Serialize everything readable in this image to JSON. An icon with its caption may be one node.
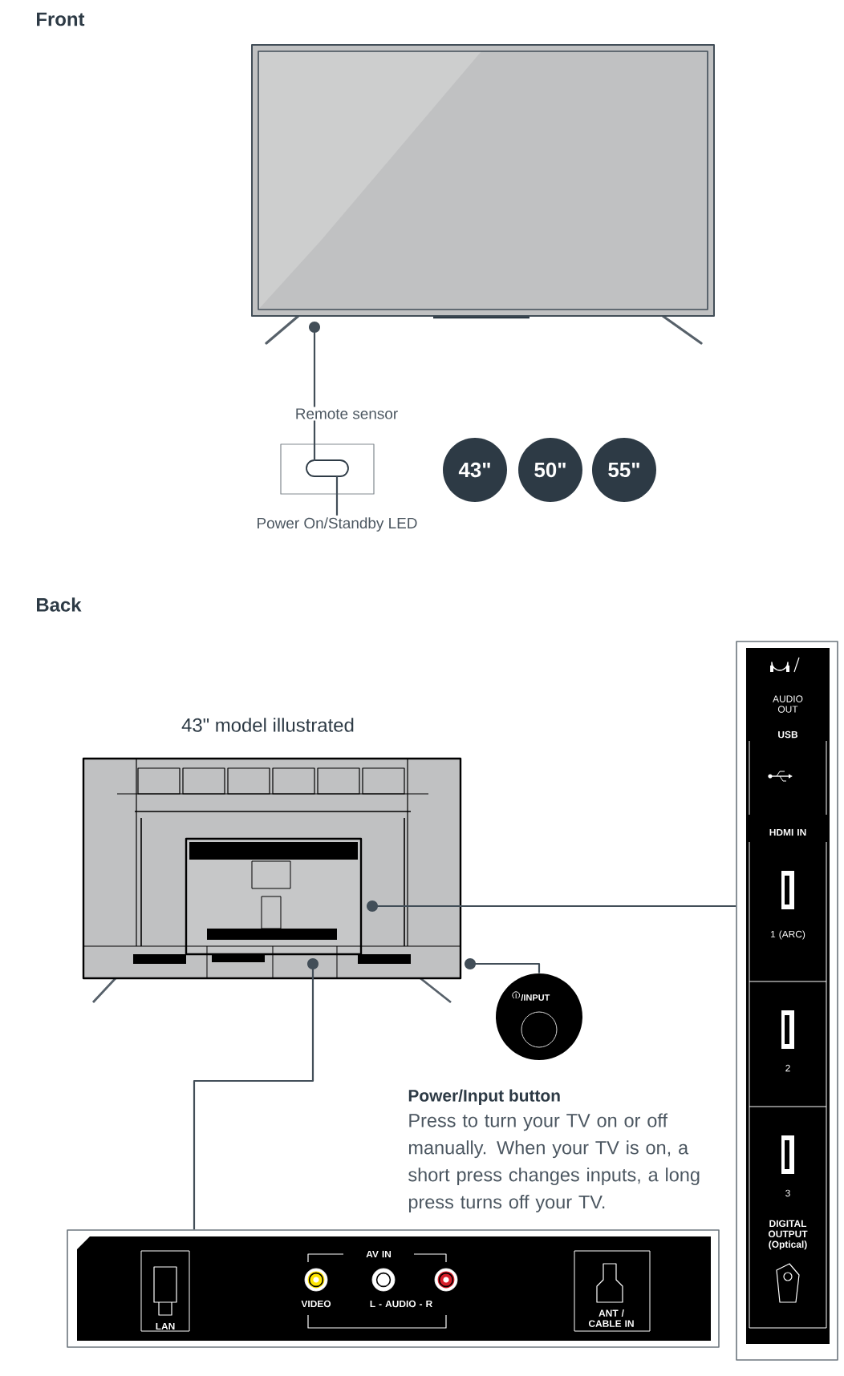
{
  "diagram": {
    "nodes": [
      {
        "text": [],
        "shape": "picture"
      },
      {
        "text": [],
        "shape": "box",
        "beside": [
          "Remote sensor"
        ]
      },
      {
        "text": [
          "Power On/Standby LED"
        ]
      },
      {
        "text": [
          "43\""
        ]
      },
      {
        "text": [
          "50\""
        ]
      },
      {
        "text": [
          "55\""
        ]
      },
      {
        "text": [],
        "shape": "picture",
        "beside": [
          "43\" model illustrated"
        ]
      },
      {
        "text": [
          "AUDIO OUT",
          "USB",
          "HDMI IN",
          "1 (ARC)",
          "2",
          "3",
          "DIGITAL OUTPUT (Optical)"
        ]
      },
      {
        "text": [
          "/INPUT"
        ]
      },
      {
        "text": [
          "LAN",
          "AV IN",
          "VIDEO",
          "L - AUDIO - R",
          "ANT / CABLE IN"
        ]
      }
    ],
    "edges": [
      {
        "from": 0,
        "to": 1,
        "arrow": "other"
      },
      {
        "from": 1,
        "to": 2,
        "arrow": "none"
      },
      {
        "from": 6,
        "to": 7,
        "arrow": "other"
      },
      {
        "from": 6,
        "to": 8,
        "arrow": "other"
      },
      {
        "from": 6,
        "to": 9,
        "arrow": "other"
      }
    ],
    "labels": [
      "Front",
      "Back",
      "Power/Input button",
      "Press to turn your TV on or off manually. When your TV is on, a short press changes inputs, a long press turns off your TV."
    ]
  }
}
